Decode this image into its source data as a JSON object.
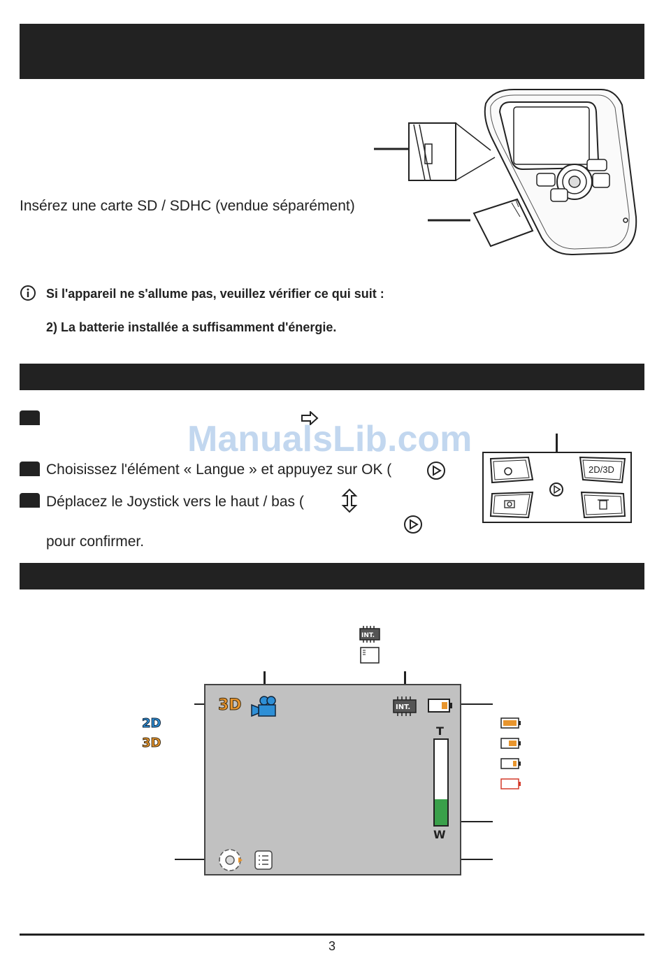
{
  "sd_section": {
    "instruction": "Insérez une carte SD / SDHC (vendue séparément)",
    "note_heading": "Si l'appareil ne s'allume pas, veuillez vérifier ce qui suit :",
    "note_item": "2) La batterie installée a suffisamment d'énergie."
  },
  "language_section": {
    "step2": "Choisissez l'élément « Langue » et appuyez sur OK (",
    "step3": "Déplacez le Joystick vers le haut / bas (",
    "confirm": "pour confirmer.",
    "watermark": "ManualsLib.com",
    "button_2d3d": "2D/3D"
  },
  "lcd_section": {
    "legend_2d": "2D",
    "legend_3d": "3D",
    "screen_3d": "3D",
    "zoom_top": "T",
    "zoom_bottom": "W",
    "memory_label": "INT.",
    "zoom_level": 0.3
  },
  "colors": {
    "accent_orange": "#e8952d",
    "accent_blue": "#2e8fd6",
    "zoom_green": "#3aa04a",
    "battery_empty": "#d43a2a"
  },
  "footer": {
    "page_number": "3"
  }
}
